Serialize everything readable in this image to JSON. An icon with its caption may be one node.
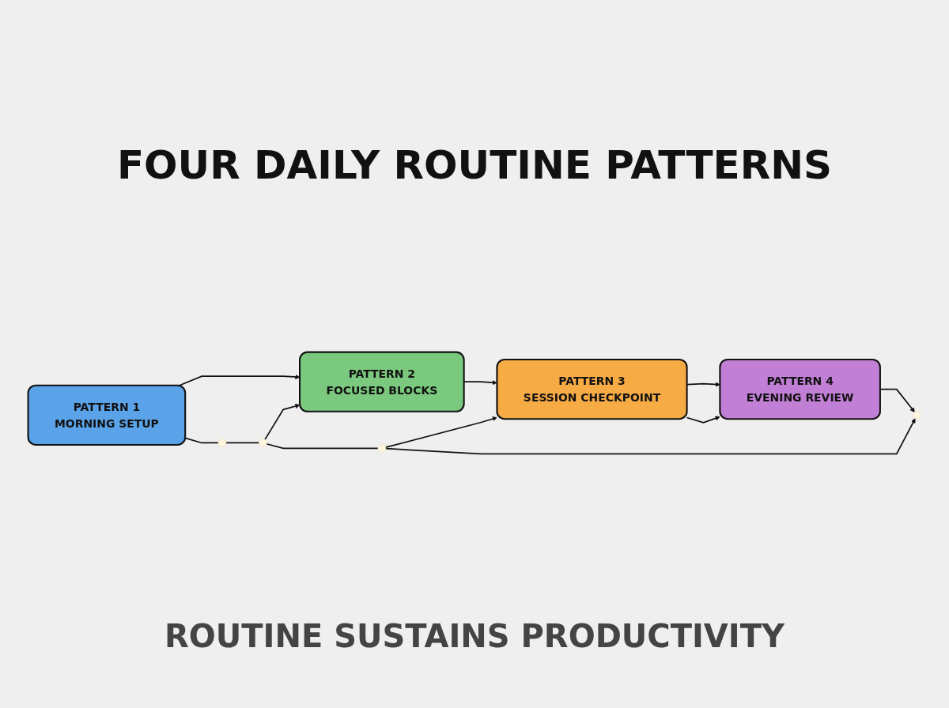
{
  "diagram": {
    "title": "FOUR DAILY ROUTINE PATTERNS",
    "nodes": [
      {
        "text": [
          "PATTERN 1",
          "MORNING SETUP"
        ]
      },
      {
        "text": [
          "PATTERN 2",
          "FOCUSED BLOCKS"
        ]
      },
      {
        "text": [
          "PATTERN 3",
          "SESSION CHECKPOINT"
        ]
      },
      {
        "text": [
          "PATTERN 4",
          "EVENING REVIEW"
        ]
      },
      {
        "text": [],
        "shape": "circle"
      },
      {
        "text": [],
        "shape": "circle"
      },
      {
        "text": [],
        "shape": "circle"
      },
      {
        "text": [],
        "shape": "circle"
      }
    ],
    "edges": [
      {
        "from": 0,
        "to": 1,
        "arrow": "to"
      },
      {
        "from": 1,
        "to": 2,
        "arrow": "to"
      },
      {
        "from": 2,
        "to": 3,
        "arrow": "to"
      },
      {
        "from": 2,
        "to": 3,
        "arrow": "to"
      },
      {
        "from": 0,
        "to": 4,
        "arrow": "none"
      },
      {
        "from": 4,
        "to": 5,
        "arrow": "none"
      },
      {
        "from": 5,
        "to": 1,
        "arrow": "to"
      },
      {
        "from": 5,
        "to": 6,
        "arrow": "none"
      },
      {
        "from": 6,
        "to": 2,
        "arrow": "to"
      },
      {
        "from": 6,
        "to": 7,
        "arrow": "to"
      },
      {
        "from": 3,
        "to": 7,
        "arrow": "to"
      }
    ],
    "caption": "ROUTINE SUSTAINS PRODUCTIVITY"
  }
}
